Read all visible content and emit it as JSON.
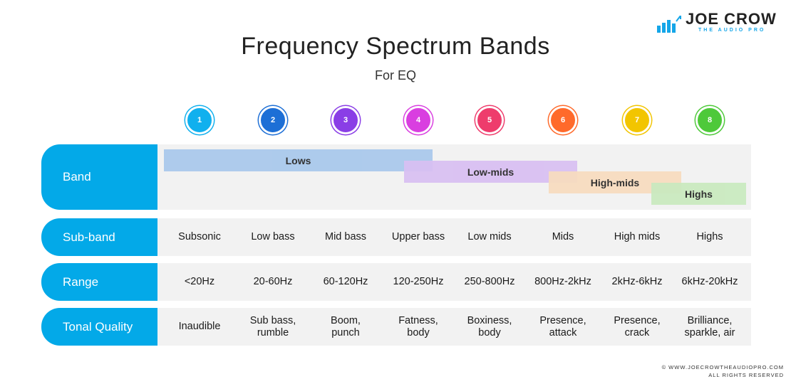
{
  "title": "Frequency Spectrum Bands",
  "subtitle": "For EQ",
  "logo": {
    "name": "JOE CROW",
    "tagline": "THE AUDIO PRO",
    "accent": "#15a6e8"
  },
  "columns": [
    {
      "number": "1",
      "color": "#11b0ee"
    },
    {
      "number": "2",
      "color": "#1d6fd6"
    },
    {
      "number": "3",
      "color": "#8a3ee6"
    },
    {
      "number": "4",
      "color": "#d93fe0"
    },
    {
      "number": "5",
      "color": "#ee3c6c"
    },
    {
      "number": "6",
      "color": "#ff6a2b"
    },
    {
      "number": "7",
      "color": "#f2c500"
    },
    {
      "number": "8",
      "color": "#4ec93a"
    }
  ],
  "rows": {
    "band": {
      "label": "Band"
    },
    "subband": {
      "label": "Sub-band",
      "cells": [
        "Subsonic",
        "Low bass",
        "Mid bass",
        "Upper bass",
        "Low mids",
        "Mids",
        "High mids",
        "Highs"
      ]
    },
    "range": {
      "label": "Range",
      "cells": [
        "<20Hz",
        "20-60Hz",
        "60-120Hz",
        "120-250Hz",
        "250-800Hz",
        "800Hz-2kHz",
        "2kHz-6kHz",
        "6kHz-20kHz"
      ]
    },
    "tonal": {
      "label": "Tonal Quality",
      "cells": [
        [
          "Inaudible"
        ],
        [
          "Sub bass,",
          "rumble"
        ],
        [
          "Boom,",
          "punch"
        ],
        [
          "Fatness,",
          "body"
        ],
        [
          "Boxiness,",
          "body"
        ],
        [
          "Presence,",
          "attack"
        ],
        [
          "Presence,",
          "crack"
        ],
        [
          "Brilliance,",
          "sparkle, air"
        ]
      ]
    }
  },
  "bands": [
    {
      "label": "Lows",
      "color": "#a8c8ec"
    },
    {
      "label": "Low-mids",
      "color": "#d8bff2"
    },
    {
      "label": "High-mids",
      "color": "#f8dcbf"
    },
    {
      "label": "Highs",
      "color": "#c9eabf"
    }
  ],
  "footer": {
    "line1": "© WWW.JOECROWTHEAUDIOPRO.COM",
    "line2": "ALL RIGHTS RESERVED"
  }
}
